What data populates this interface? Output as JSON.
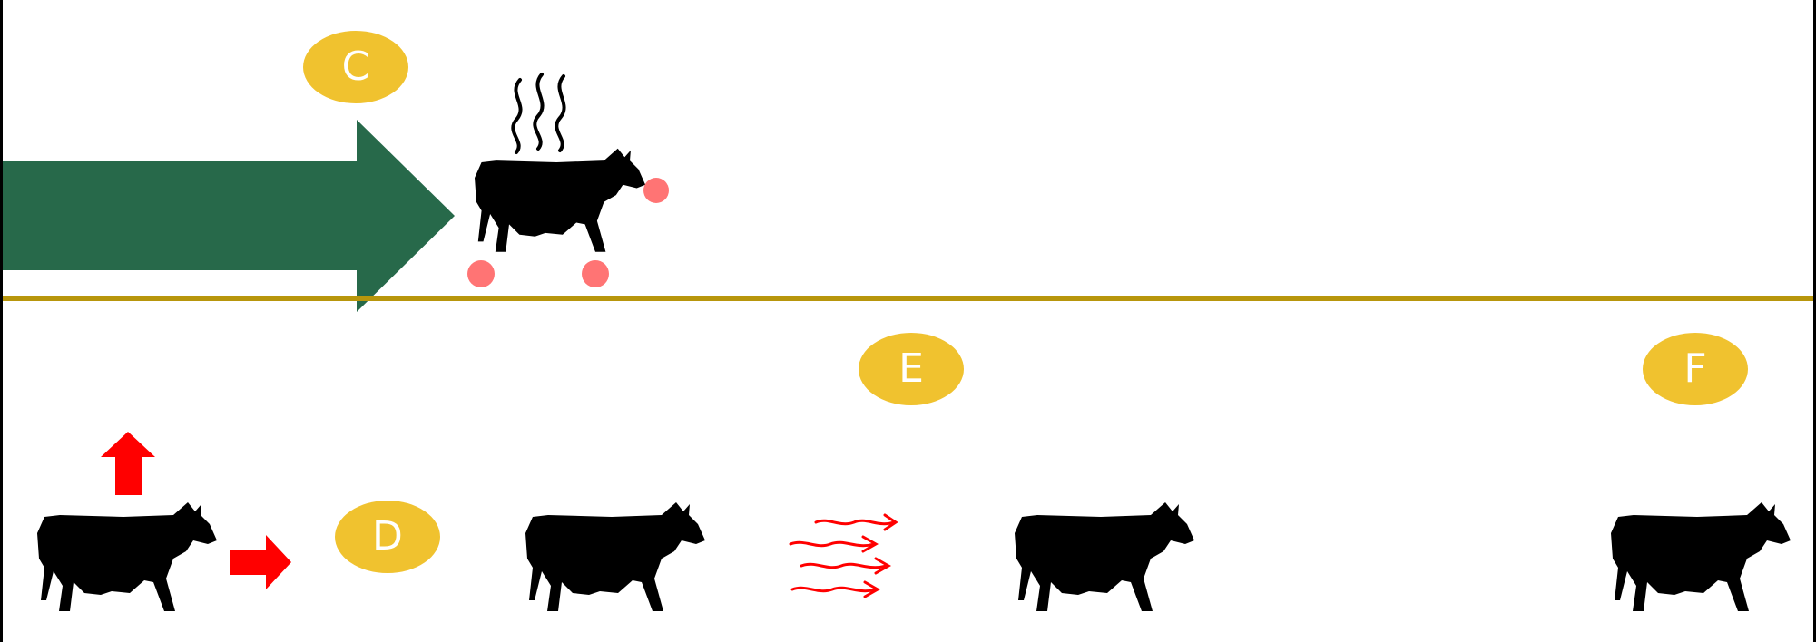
{
  "labels": {
    "c": "C",
    "d": "D",
    "e": "E",
    "f": "F"
  },
  "colors": {
    "badge": "#f0c22f",
    "badge_text": "#ffffff",
    "big_arrow": "#27694a",
    "divider": "#b8960c",
    "red_arrows": "#ff0000",
    "hotspots": "#ff5c5c",
    "cows": "#000000"
  },
  "icons": {
    "cows": [
      "cow-icon",
      "cow-icon",
      "cow-icon",
      "cow-icon",
      "cow-icon"
    ],
    "heat": "steam-icon",
    "wind": "wind-icon"
  }
}
